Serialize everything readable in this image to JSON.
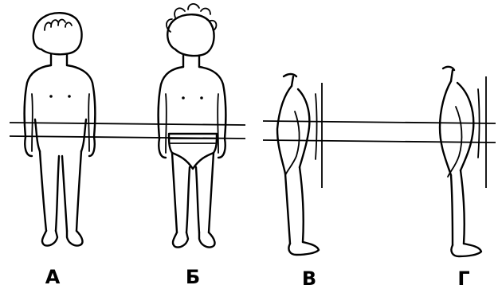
{
  "labels": {
    "a": "А",
    "b": "Б",
    "v": "В",
    "g": "Г"
  }
}
